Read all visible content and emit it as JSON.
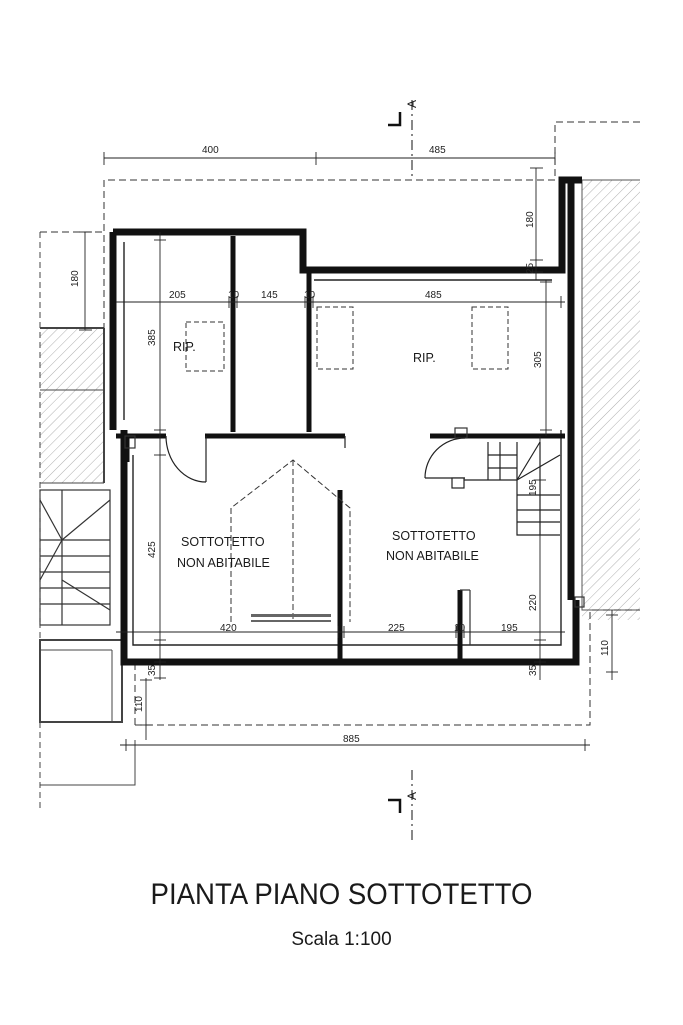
{
  "drawing": {
    "title": "PIANTA PIANO SOTTOTETTO",
    "scale": "Scala 1:100",
    "section_label": "A",
    "rooms": {
      "rip_left": "RIP.",
      "rip_right": "RIP.",
      "attic_left_line1": "SOTTOTETTO",
      "attic_left_line2": "NON ABITABILE",
      "attic_right_line1": "SOTTOTETTO",
      "attic_right_line2": "NON ABITABILE"
    },
    "dimensions": {
      "top_left": "400",
      "top_right": "485",
      "right_top_vertical": "180",
      "left_top_vertical": "180",
      "rip_width_1": "205",
      "rip_gap_1": "10",
      "rip_width_2": "145",
      "rip_gap_2": "10",
      "rip_width_3": "485",
      "rip_height_left": "385",
      "rip_height_right": "305",
      "right_small": "25",
      "attic_height": "425",
      "stair_height": "195",
      "bottom_width_1": "420",
      "bottom_width_2": "225",
      "bottom_gap": "10",
      "bottom_width_3": "195",
      "wall_bottom_left": "35",
      "wall_bottom_right": "35",
      "right_vertical": "220",
      "eave_left": "110",
      "eave_right": "110",
      "total_width": "885"
    }
  }
}
